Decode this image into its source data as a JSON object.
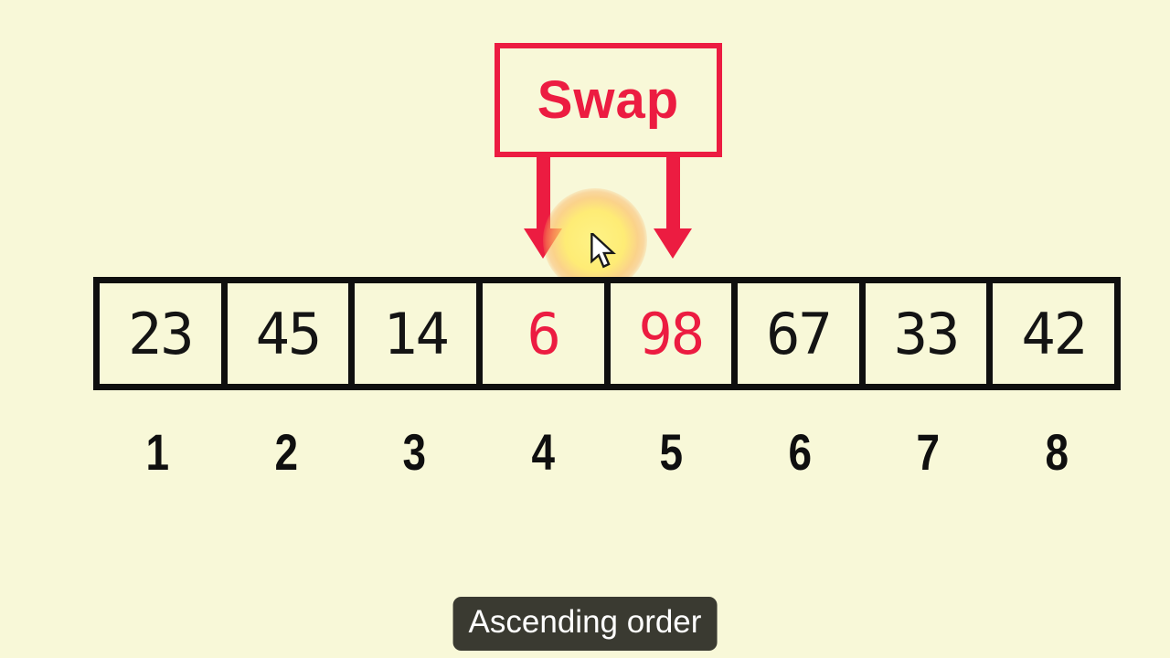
{
  "swap_callout": {
    "label": "Swap"
  },
  "array": {
    "cells": [
      {
        "value": "23",
        "highlighted": false
      },
      {
        "value": "45",
        "highlighted": false
      },
      {
        "value": "14",
        "highlighted": false
      },
      {
        "value": "6",
        "highlighted": true
      },
      {
        "value": "98",
        "highlighted": true
      },
      {
        "value": "67",
        "highlighted": false
      },
      {
        "value": "33",
        "highlighted": false
      },
      {
        "value": "42",
        "highlighted": false
      }
    ],
    "indices": [
      "1",
      "2",
      "3",
      "4",
      "5",
      "6",
      "7",
      "8"
    ]
  },
  "caption": {
    "text": "Ascending order"
  },
  "icons": {
    "cursor": "mouse-arrow-pointer",
    "glow": "click-highlight-circle",
    "arrows": "down-arrow"
  },
  "colors": {
    "background": "#f8f8d8",
    "accent_red": "#ec1c41",
    "cell_text": "#141414",
    "border_black": "#0f0f0f",
    "caption_bg": "#3a3a31",
    "caption_text": "#ffffff",
    "glow_yellow": "#ffee66"
  }
}
